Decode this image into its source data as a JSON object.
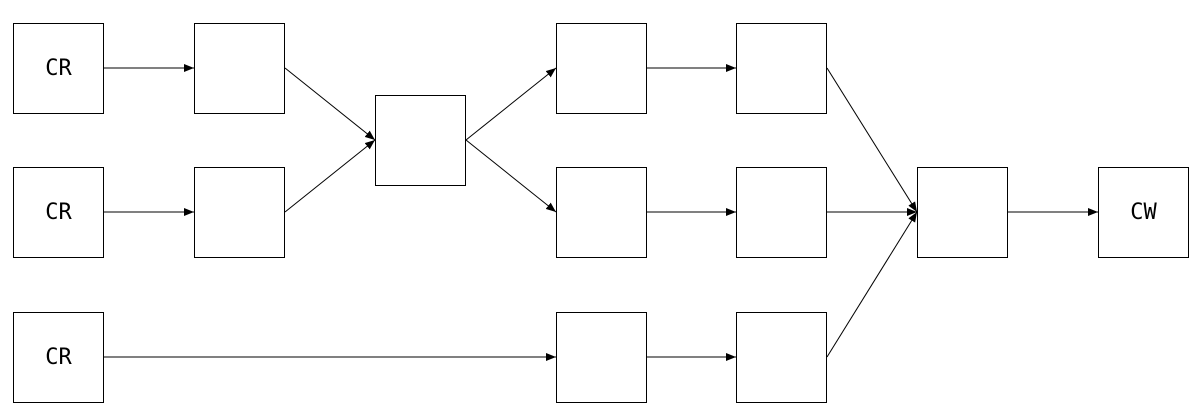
{
  "nodes": {
    "cr1": "CR",
    "cr2": "CR",
    "cr3": "CR",
    "cw": "CW"
  }
}
